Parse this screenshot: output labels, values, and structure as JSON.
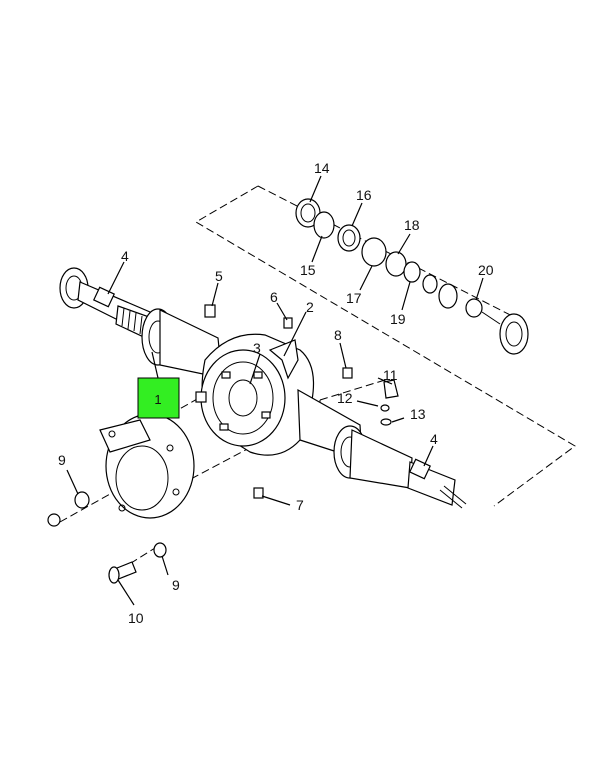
{
  "diagram": {
    "highlight": {
      "label": "1",
      "color": "#33ee22"
    },
    "callouts": [
      {
        "id": "c1",
        "label": "1"
      },
      {
        "id": "c2",
        "label": "2"
      },
      {
        "id": "c3",
        "label": "3"
      },
      {
        "id": "c4a",
        "label": "4"
      },
      {
        "id": "c4b",
        "label": "4"
      },
      {
        "id": "c5",
        "label": "5"
      },
      {
        "id": "c6",
        "label": "6"
      },
      {
        "id": "c7",
        "label": "7"
      },
      {
        "id": "c8",
        "label": "8"
      },
      {
        "id": "c9a",
        "label": "9"
      },
      {
        "id": "c9b",
        "label": "9"
      },
      {
        "id": "c10",
        "label": "10"
      },
      {
        "id": "c11",
        "label": "11"
      },
      {
        "id": "c12",
        "label": "12"
      },
      {
        "id": "c13",
        "label": "13"
      },
      {
        "id": "c14",
        "label": "14"
      },
      {
        "id": "c15",
        "label": "15"
      },
      {
        "id": "c16",
        "label": "16"
      },
      {
        "id": "c17",
        "label": "17"
      },
      {
        "id": "c18",
        "label": "18"
      },
      {
        "id": "c19",
        "label": "19"
      },
      {
        "id": "c20",
        "label": "20"
      }
    ]
  }
}
